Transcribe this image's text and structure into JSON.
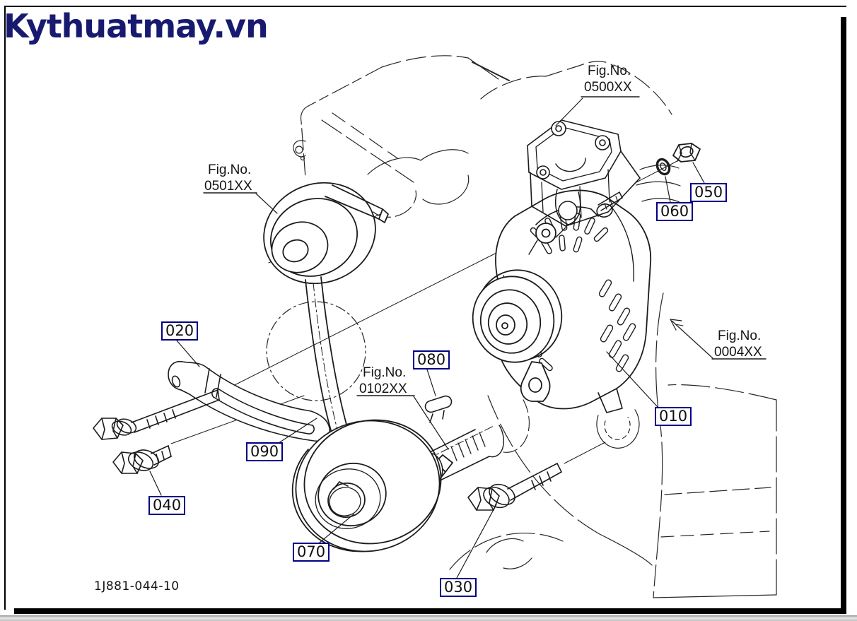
{
  "watermark": "Kythuatmay.vn",
  "drawing_number": "1J881-044-10",
  "fig_refs": {
    "f0500": {
      "title": "Fig.No.",
      "number": "0500XX"
    },
    "f0501": {
      "title": "Fig.No.",
      "number": "0501XX"
    },
    "f0102": {
      "title": "Fig.No.",
      "number": "0102XX"
    },
    "f0004": {
      "title": "Fig.No.",
      "number": "0004XX"
    }
  },
  "callouts": {
    "c010": "010",
    "c020": "020",
    "c030": "030",
    "c040": "040",
    "c050": "050",
    "c060": "060",
    "c070": "070",
    "c080": "080",
    "c090": "090"
  },
  "colors": {
    "watermark": "#181a70",
    "callout_border": "#000085",
    "line_art": "#1c1c1c"
  }
}
